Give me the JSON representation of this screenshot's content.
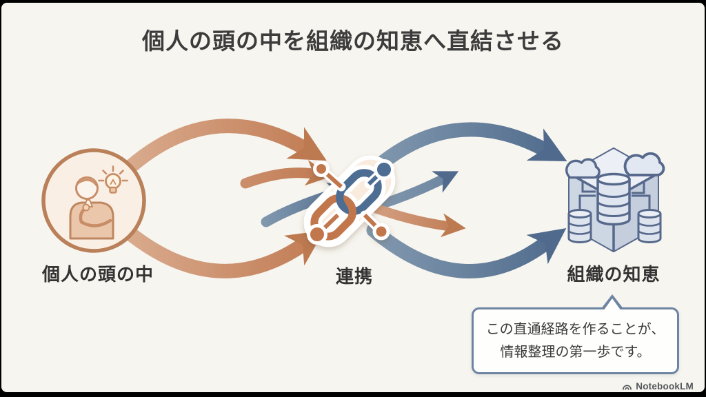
{
  "slide": {
    "title": "個人の頭の中を組織の知恵へ直結させる",
    "nodes": [
      {
        "id": "individual",
        "label": "個人の頭の中",
        "icon": "thinking-person-lightbulb-icon"
      },
      {
        "id": "collaboration",
        "label": "連携",
        "icon": "chain-link-network-icon"
      },
      {
        "id": "organization",
        "label": "組織の知恵",
        "icon": "cloud-database-platform-icon"
      }
    ],
    "callout": {
      "line1": "この直通経路を作ることが、",
      "line2": "情報整理の第一歩です。"
    },
    "branding": {
      "label": "NotebookLM"
    },
    "palette": {
      "background": "#f7f5ef",
      "frame": "#000000",
      "title_text": "#3c3c3c",
      "label_text": "#333333",
      "arrow_orange": "#c07a52",
      "arrow_orange_light": "#d9ab8f",
      "arrow_blue": "#4f6a8c",
      "arrow_blue_light": "#8299af",
      "copper_icon": "#c78d66",
      "slate_icon": "#56688b",
      "bubble_border": "#6d84a2",
      "bubble_background": "#fefefd",
      "brand_text": "#53575b"
    }
  }
}
